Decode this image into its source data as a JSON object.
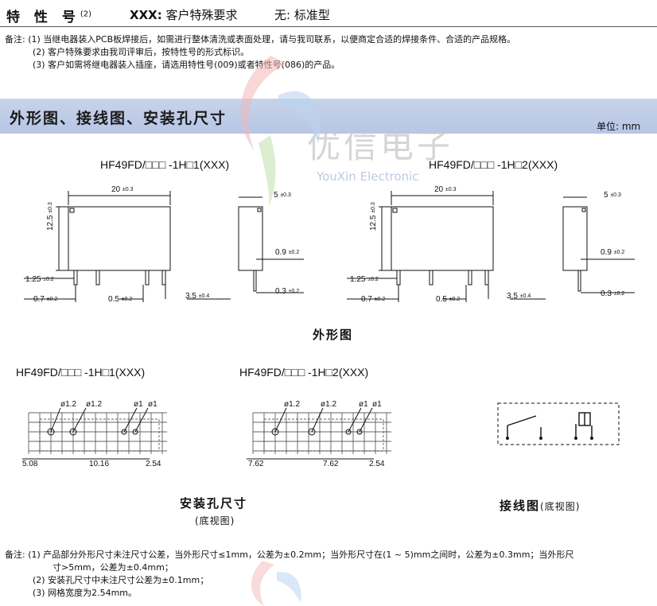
{
  "spec": {
    "label": "特 性 号",
    "label_sup": "(2)",
    "xxx_code": "XXX:",
    "xxx_text": "客户特殊要求",
    "std_text": "无: 标准型"
  },
  "notes_top": [
    "备注: (1) 当继电器装入PCB板焊接后，如需进行整体清洗或表面处理，请与我司联系，以便商定合适的焊接条件、合适的产品规格。",
    "(2) 客户特殊要求由我司评审后，按特性号的形式标识。",
    "(3) 客户如需将继电器装入插座，请选用特性号(009)或者特性号(086)的产品。"
  ],
  "section": {
    "title": "外形图、接线图、安装孔尺寸",
    "unit": "单位: mm"
  },
  "watermark": {
    "cn": "优信电子",
    "en": "YouXin Electronic"
  },
  "models": {
    "outline_a": "HF49FD/□□□ -1H□1(XXX)",
    "outline_b": "HF49FD/□□□ -1H□2(XXX)",
    "mount_a": "HF49FD/□□□ -1H□1(XXX)",
    "mount_b": "HF49FD/□□□ -1H□2(XXX)"
  },
  "dims": {
    "width": "20",
    "width_tol": "±0.3",
    "height": "12.5",
    "height_tol": "±0.3",
    "depth": "5",
    "depth_tol": "±0.3",
    "pin_w1": "1.25",
    "pin_w1_tol": "±0.2",
    "pin_w2": "0.7",
    "pin_w2_tol": "±0.2",
    "pin_gap": "0.5",
    "pin_gap_tol": "±0.2",
    "pin_len": "3.5",
    "pin_len_tol": "±0.4",
    "side_a": "0.9",
    "side_a_tol": "±0.2",
    "side_b": "0.3",
    "side_b_tol": "±0.2"
  },
  "mount": {
    "hole_a": "ø1.2",
    "hole_b": "ø1",
    "a_spacing": [
      "5.08",
      "10.16",
      "2.54"
    ],
    "b_spacing": [
      "7.62",
      "7.62",
      "2.54"
    ]
  },
  "captions": {
    "outline": "外形图",
    "mount": "安装孔尺寸",
    "mount_sub": "(底视图)",
    "wiring": "接线图",
    "wiring_sub": "(底视图)"
  },
  "notes_bottom": [
    "备注: (1) 产品部分外形尺寸未注尺寸公差，当外形尺寸≤1mm，公差为±0.2mm；当外形尺寸在(1 ~ 5)mm之间时，公差为±0.3mm；当外形尺",
    "寸>5mm，公差为±0.4mm；",
    "(2) 安装孔尺寸中未注尺寸公差为±0.1mm；",
    "(3) 网格宽度为2.54mm。"
  ]
}
